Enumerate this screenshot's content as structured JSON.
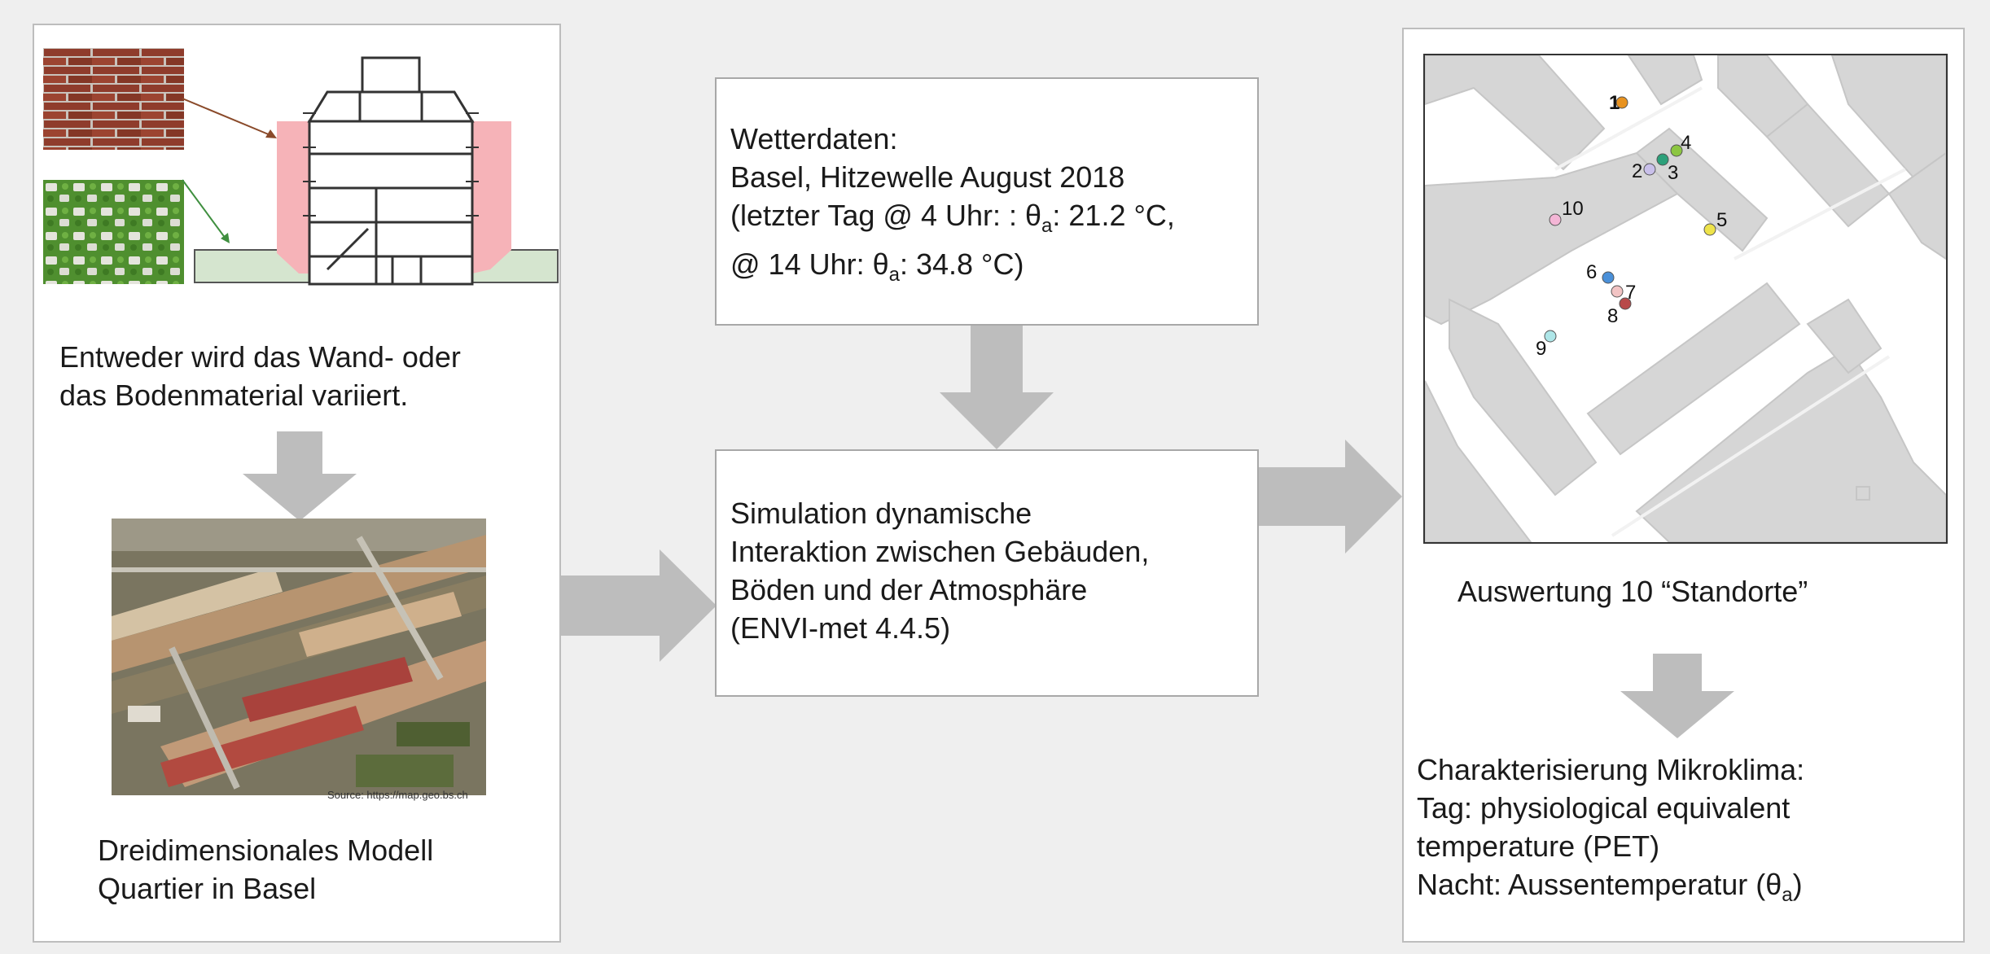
{
  "left": {
    "caption_material": [
      "Entweder wird das Wand- oder",
      "das Bodenmaterial variiert."
    ],
    "image_source": "Source: https://map.geo.bs.ch",
    "caption_model": [
      "Dreidimensionales Modell",
      "Quartier in Basel"
    ]
  },
  "weather": {
    "line1": "Wetterdaten:",
    "line2": "Basel, Hitzewelle August 2018",
    "line3_a": "(letzter Tag @ 4 Uhr: : θ",
    "line3_sub": "a",
    "line3_b": ": 21.2 °C,",
    "line4_a": "@ 14 Uhr: θ",
    "line4_sub": "a",
    "line4_b": ": 34.8 °C)"
  },
  "simulation": {
    "lines": [
      "Simulation dynamische",
      "Interaktion zwischen Gebäuden,",
      "Böden und der Atmosphäre",
      "(ENVI-met 4.4.5)"
    ]
  },
  "right": {
    "map_caption": "Auswertung 10 “Standorte”",
    "locations": [
      {
        "label": "1",
        "color": "#e8921f"
      },
      {
        "label": "2",
        "color": "#c9c0ea"
      },
      {
        "label": "3",
        "color": "#2ca07a"
      },
      {
        "label": "4",
        "color": "#8cc641"
      },
      {
        "label": "5",
        "color": "#eee34a"
      },
      {
        "label": "6",
        "color": "#4a90d9"
      },
      {
        "label": "7",
        "color": "#f2c4c4"
      },
      {
        "label": "8",
        "color": "#b84a4a"
      },
      {
        "label": "9",
        "color": "#aee6e8"
      },
      {
        "label": "10",
        "color": "#f4b6d6"
      }
    ],
    "char_title": "Charakterisierung Mikroklima:",
    "char_line2": "Tag: physiological equivalent",
    "char_line3": "temperature (PET)",
    "char_line4_a": "Nacht: Aussentemperatur (θ",
    "char_line4_sub": "a",
    "char_line4_b": ")"
  },
  "colors": {
    "arrow": "#bdbdbd",
    "wall_highlight": "#f6b3b8",
    "ground": "#d5e5cf",
    "building": "#d6d6d6"
  }
}
